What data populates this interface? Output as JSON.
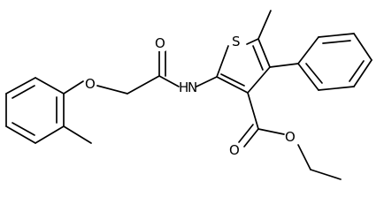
{
  "molecule": {
    "atoms": {
      "sulfur": "S",
      "amide_nitrogen": "N",
      "amide_hydrogen": "H",
      "amide_oxygen": "O",
      "ether_oxygen": "O",
      "ester_carbonyl_oxygen": "O",
      "ester_alkoxy_oxygen": "O"
    }
  },
  "colors": {
    "bond": "#000000",
    "label": "#000000",
    "background": "#ffffff"
  }
}
